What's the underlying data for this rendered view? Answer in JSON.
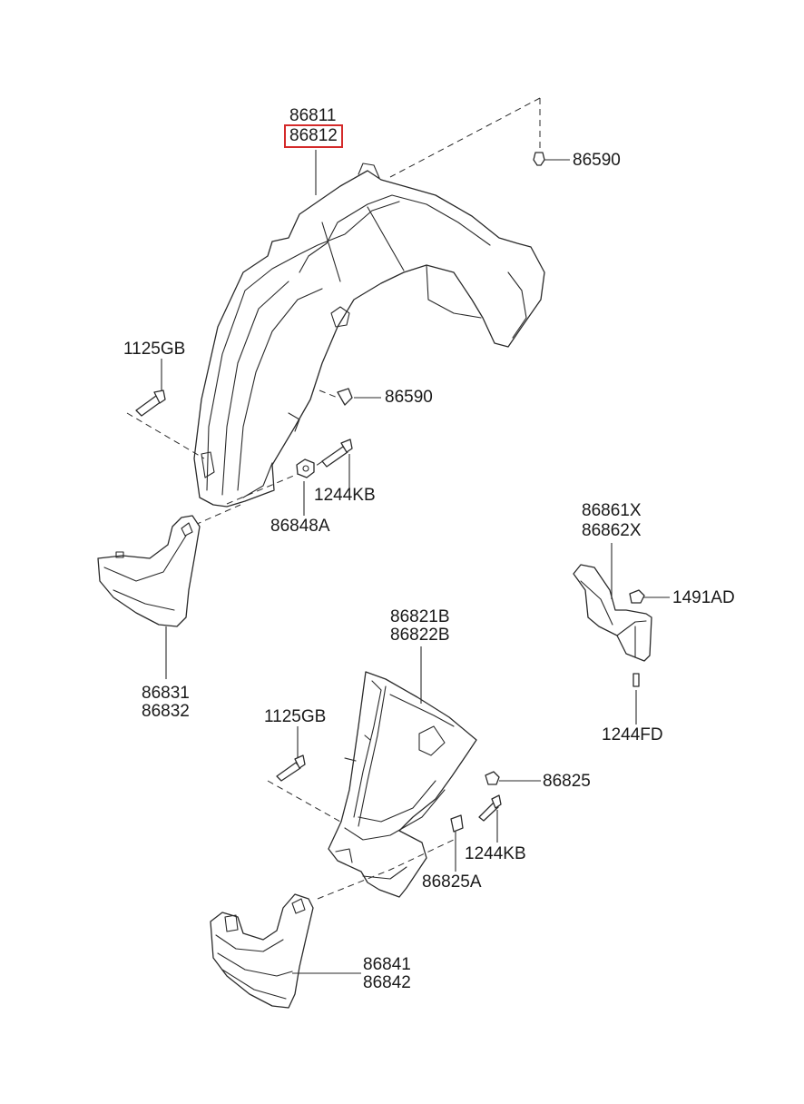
{
  "labels": {
    "liner_front_a": "86811",
    "liner_front_b": "86812",
    "screw_top": "86590",
    "bolt_left_top": "1125GB",
    "clip_mid": "86590",
    "bolt_mid": "1244KB",
    "nut_mid": "86848A",
    "guard_right_a": "86861X",
    "guard_right_b": "86862X",
    "clip_right": "1491AD",
    "screw_right": "1244FD",
    "mudguard_front_a": "86831",
    "mudguard_front_b": "86832",
    "liner_rear_a": "86821B",
    "liner_rear_b": "86822B",
    "bolt_left_bottom": "1125GB",
    "nut_bottom": "86825",
    "bolt_bottom": "1244KB",
    "clip_bottom": "86825A",
    "mudguard_rear_a": "86841",
    "mudguard_rear_b": "86842"
  },
  "highlight": {
    "part": "86812",
    "color": "#d42a2a"
  }
}
